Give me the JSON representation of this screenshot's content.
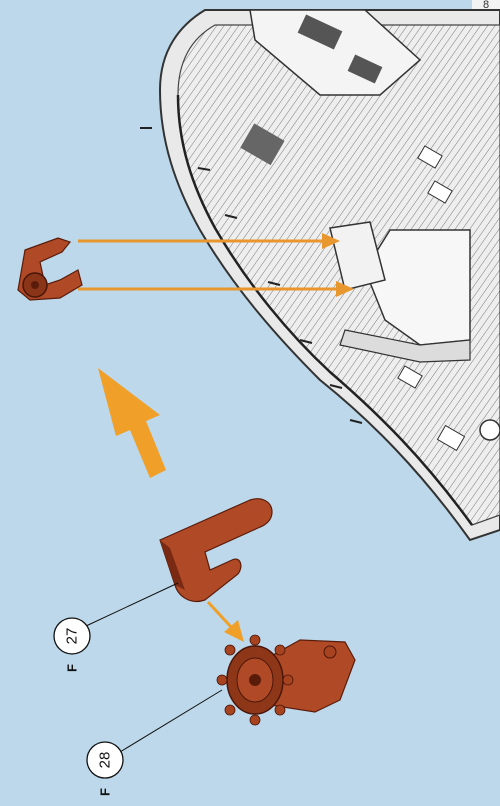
{
  "page": {
    "corner_tab_text": "8"
  },
  "callouts": [
    {
      "id": "27",
      "number": "27",
      "letter": "F"
    },
    {
      "id": "28",
      "number": "28",
      "letter": "F"
    }
  ],
  "colors": {
    "background": "#bcd8ea",
    "hull_fill": "#ededed",
    "hull_line": "#3a3a3a",
    "part_fill": "#b04a26",
    "part_dark": "#6a2410",
    "arrow_orange": "#f0a028",
    "arrow_line": "#e8962e"
  }
}
